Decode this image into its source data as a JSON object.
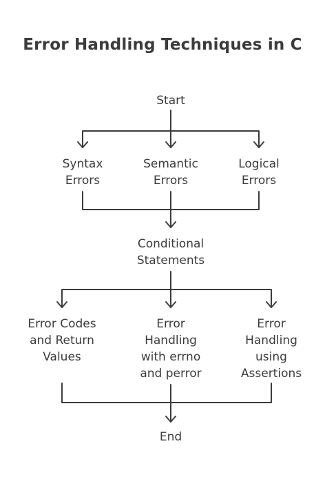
{
  "title": "Error Handling Techniques in C",
  "nodes": {
    "start": "Start",
    "syntax_errors": "Syntax\nErrors",
    "semantic_errors": "Semantic\nErrors",
    "logical_errors": "Logical\nErrors",
    "conditional_statements": "Conditional\nStatements",
    "error_codes": "Error Codes\nand Return\nValues",
    "errno_perror": "Error\nHandling\nwith errno\nand perror",
    "assertions": "Error\nHandling\nusing\nAssertions",
    "end": "End"
  },
  "colors": {
    "ink": "#3b3b3b",
    "background": "#ffffff"
  }
}
